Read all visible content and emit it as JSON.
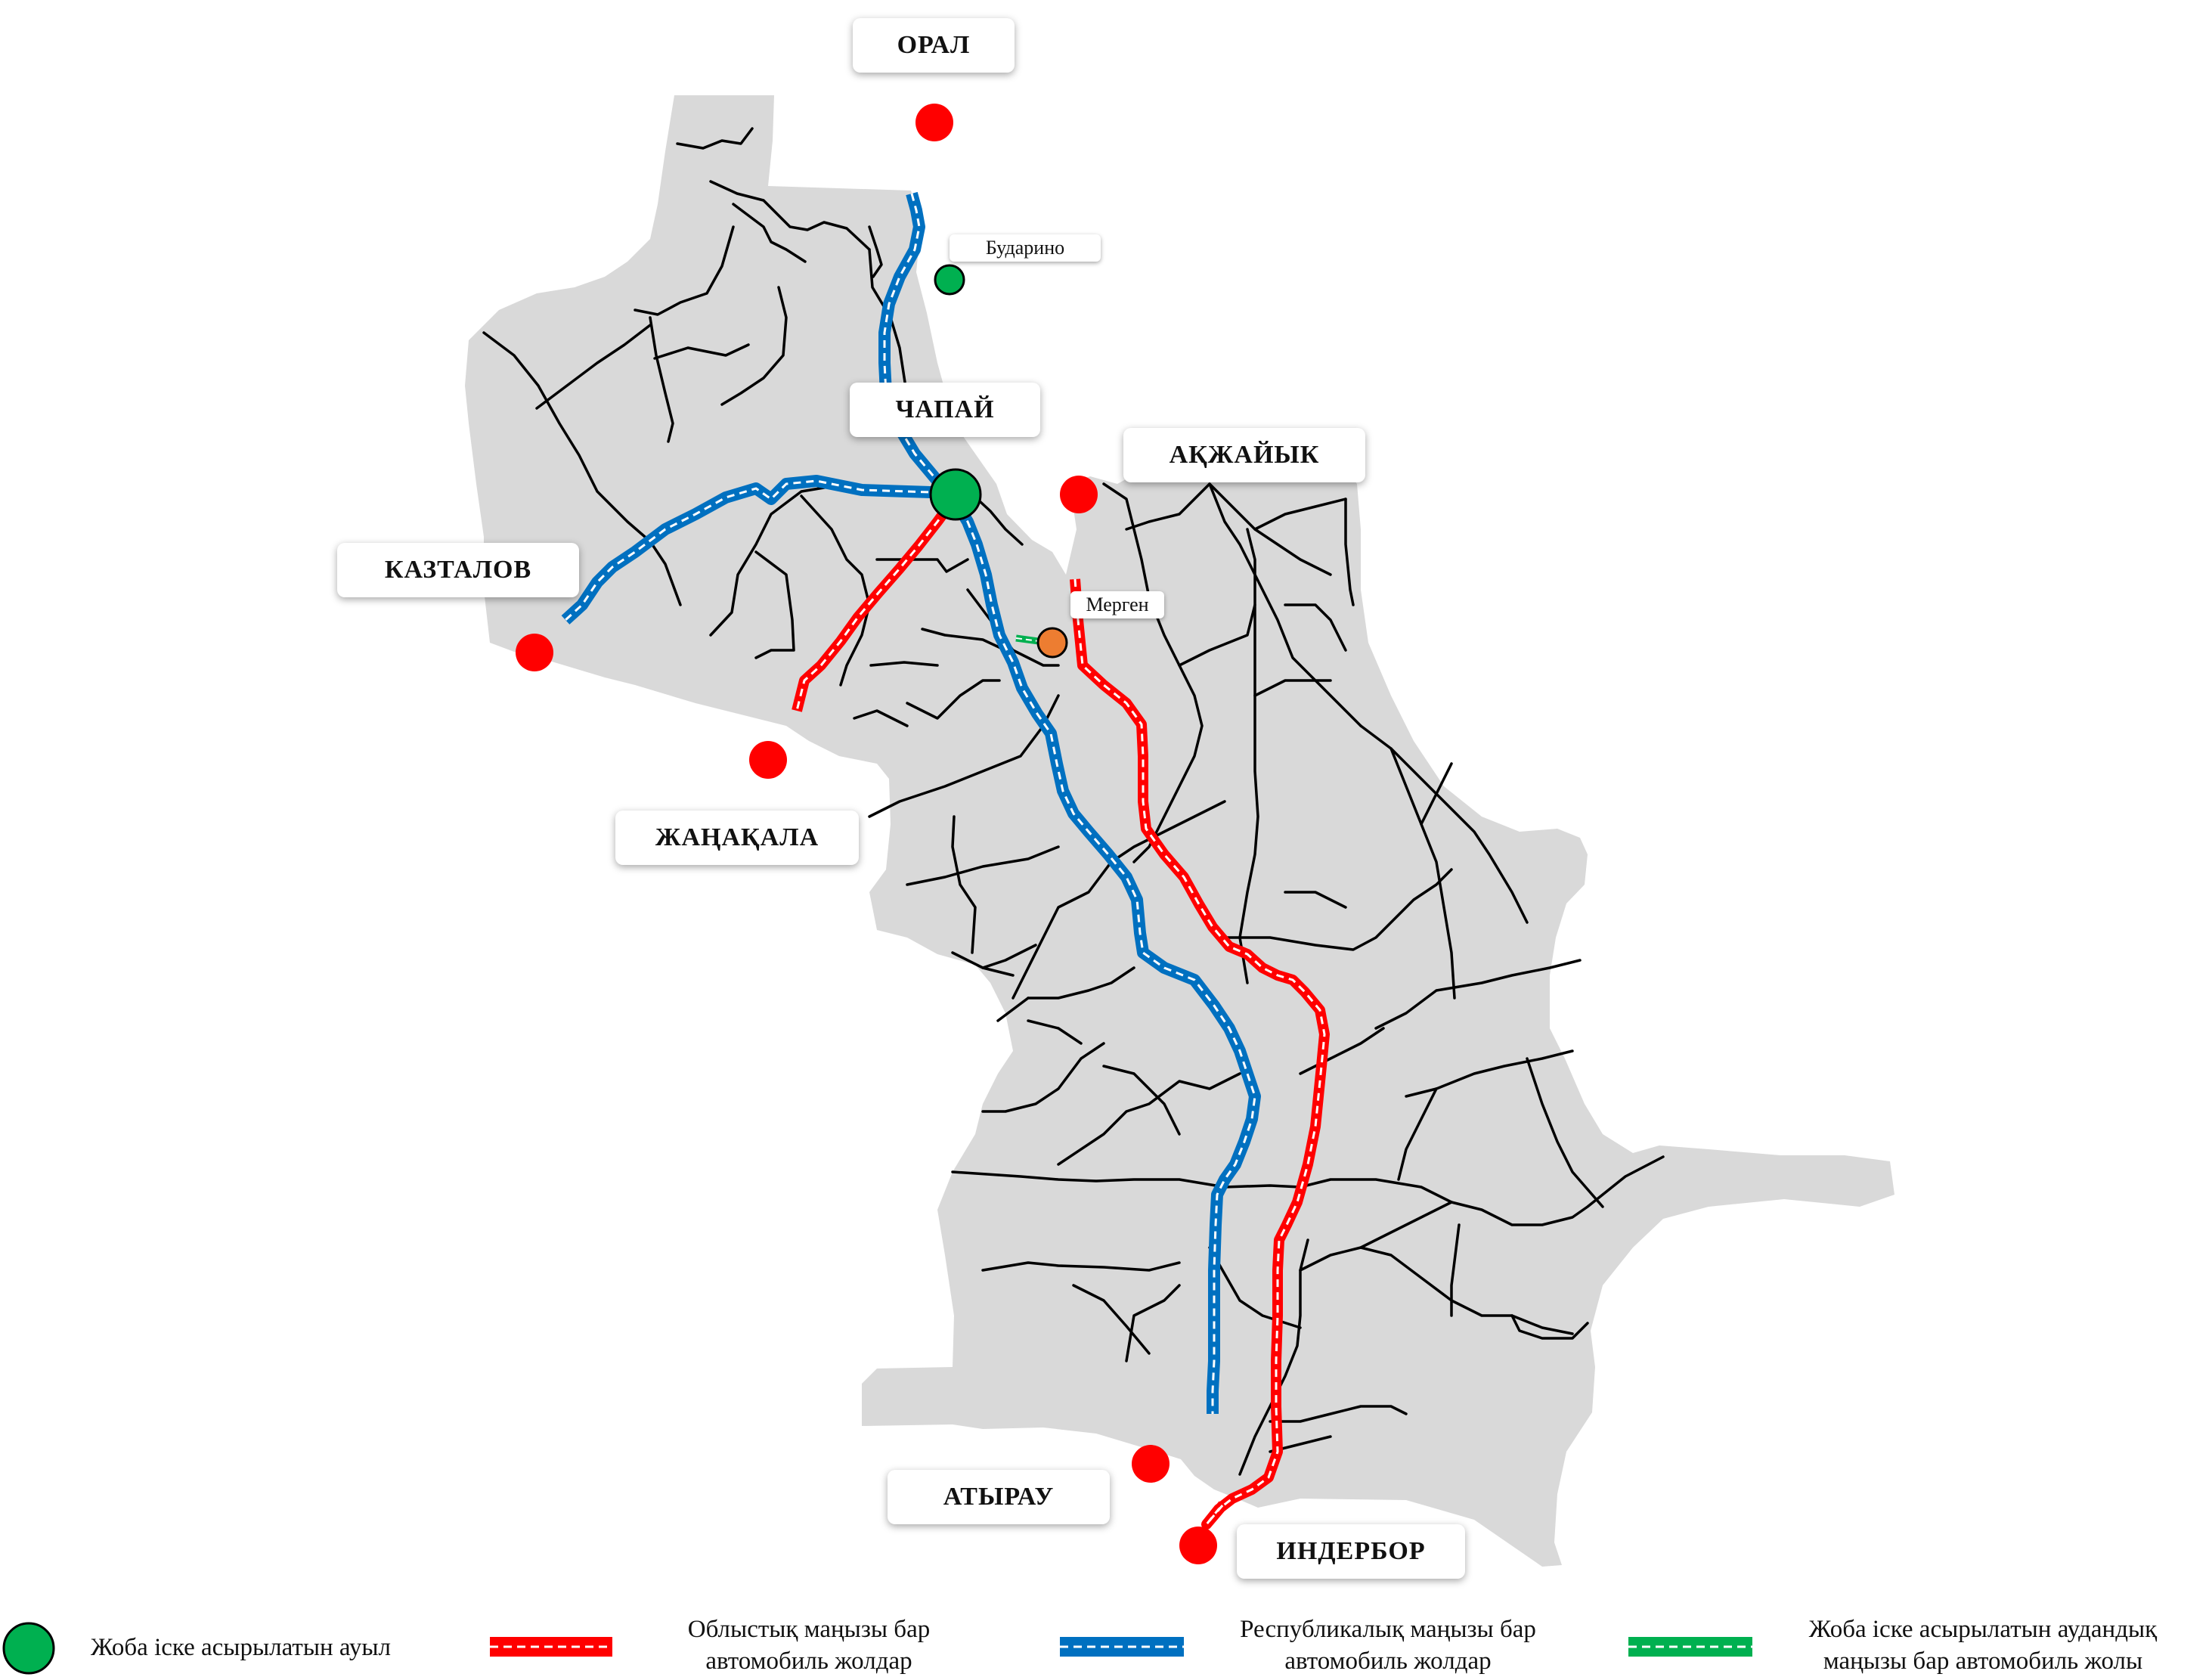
{
  "cities": {
    "oral": "ОРАЛ",
    "chapai": "ЧАПАЙ",
    "akzhaiyk": "АҚЖАЙЫК",
    "kaztalov": "КАЗТАЛОВ",
    "zhanakala": "ЖАҢАҚАЛА",
    "atyrau": "АТЫРАУ",
    "inderbor": "ИНДЕРБОР"
  },
  "villages": {
    "budarino": "Бударино",
    "mergen": "Мерген"
  },
  "legend": {
    "village": "Жоба іске асырылатын ауыл",
    "regional_line1": "Облыстық маңызы бар",
    "regional_line2": "автомобиль жолдар",
    "republican_line1": "Республикалық маңызы бар",
    "republican_line2": "автомобиль жолдар",
    "district_line1": "Жоба іске асырылатын аудандық",
    "district_line2": "маңызы бар автомобиль жолы"
  },
  "colors": {
    "region_fill": "#d9d9d9",
    "city_marker": "#ff0000",
    "project_village": "#00b050",
    "mergen_marker": "#ed7d31",
    "regional_road": "#ff0000",
    "republican_road": "#0070c0",
    "district_road": "#00b050",
    "local_road": "#000000"
  }
}
